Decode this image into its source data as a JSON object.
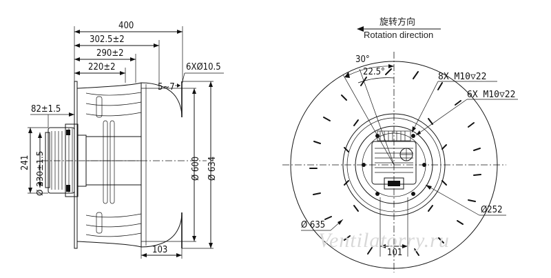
{
  "side_view": {
    "dim_overall_length": "400",
    "dim_302": "302.5±2",
    "dim_290": "290±2",
    "dim_220": "220±2",
    "dim_5_7": "5~7",
    "dim_holes_side": "6XØ10.5",
    "dim_82": "82±1.5",
    "dim_241": "241",
    "dim_230": "Ø 230±1.5",
    "dim_d600": "Ø 600",
    "dim_d634": "Ø 634",
    "dim_103": "103"
  },
  "front_view": {
    "rotation_cn": "旋转方向",
    "rotation_en": "Rotation direction",
    "angle_30": "30°",
    "angle_22_5": "22.5°",
    "holes_8x": "8X M10▽22",
    "holes_6x": "6X M10▽22",
    "dim_d252": "Ø252",
    "dim_d635": "Ø 635",
    "dim_101": "101"
  },
  "watermark": "Ventilatorry.ru"
}
